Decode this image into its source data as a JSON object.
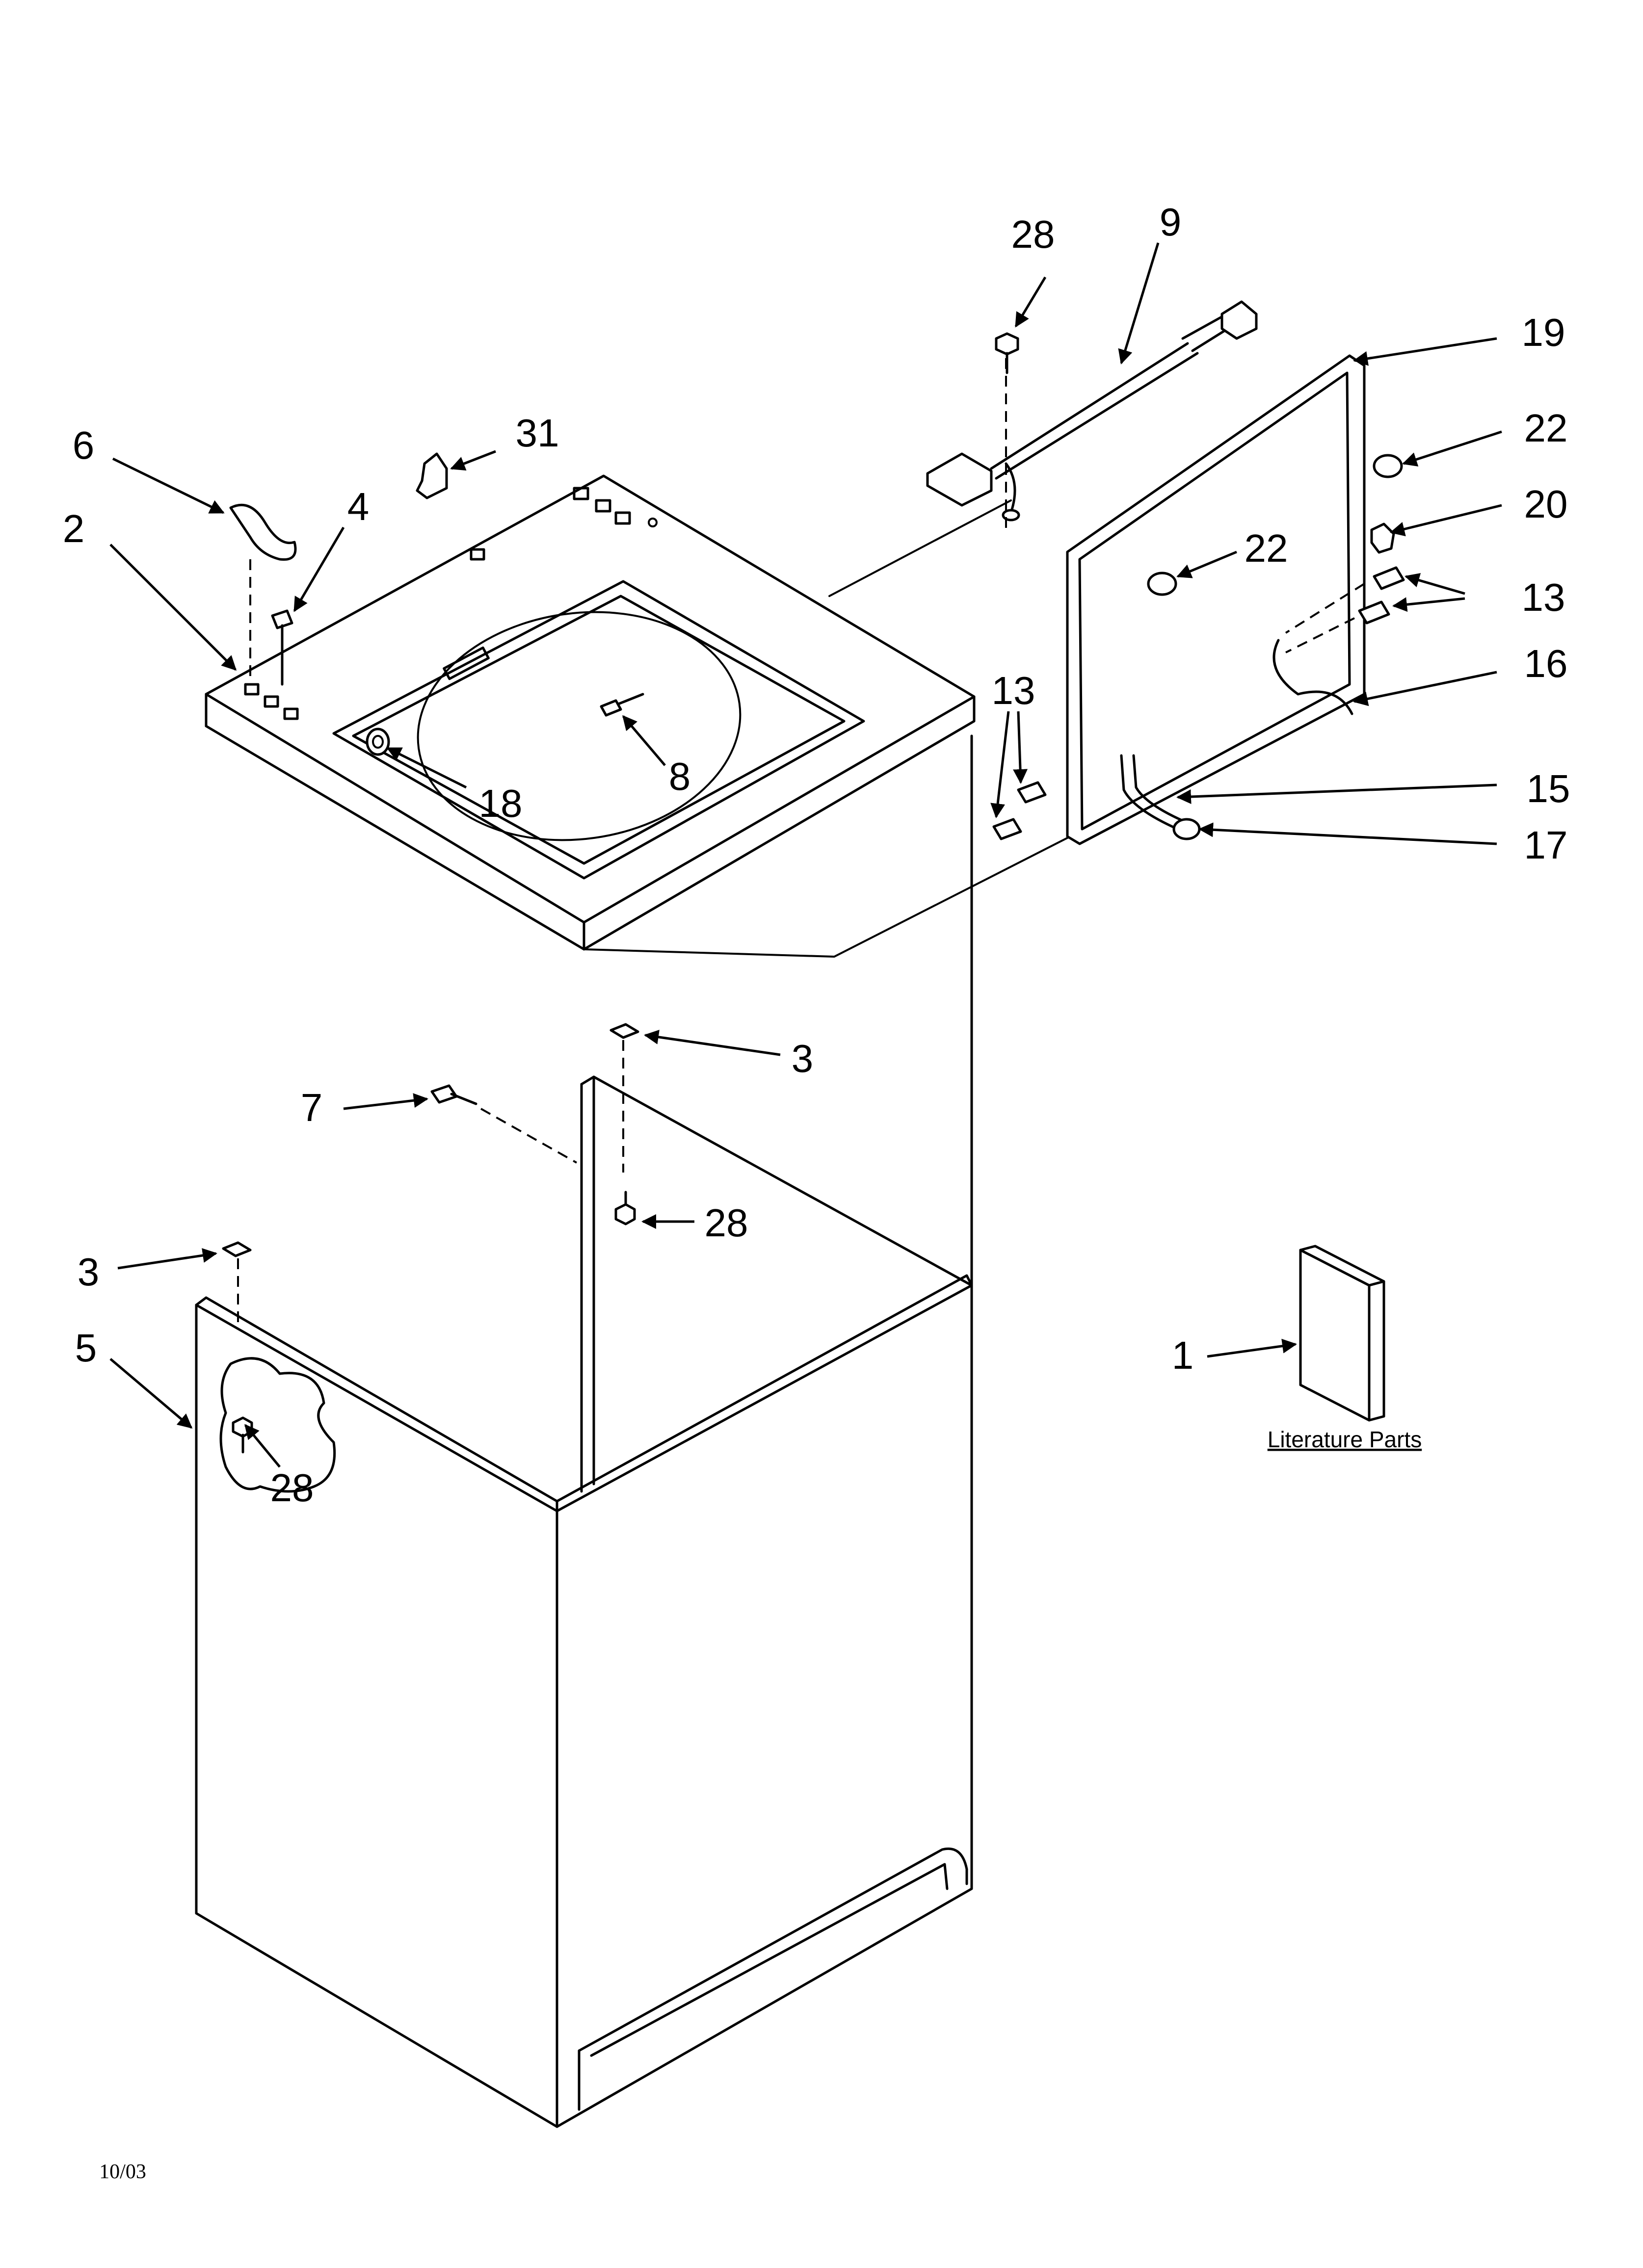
{
  "callouts": [
    {
      "id": "c-28a",
      "text": "28"
    },
    {
      "id": "c-9",
      "text": "9"
    },
    {
      "id": "c-19",
      "text": "19"
    },
    {
      "id": "c-22a",
      "text": "22"
    },
    {
      "id": "c-20",
      "text": "20"
    },
    {
      "id": "c-22b",
      "text": "22"
    },
    {
      "id": "c-13a",
      "text": "13"
    },
    {
      "id": "c-16",
      "text": "16"
    },
    {
      "id": "c-13b",
      "text": "13"
    },
    {
      "id": "c-15",
      "text": "15"
    },
    {
      "id": "c-17",
      "text": "17"
    },
    {
      "id": "c-6",
      "text": "6"
    },
    {
      "id": "c-31",
      "text": "31"
    },
    {
      "id": "c-4",
      "text": "4"
    },
    {
      "id": "c-2",
      "text": "2"
    },
    {
      "id": "c-8",
      "text": "8"
    },
    {
      "id": "c-18",
      "text": "18"
    },
    {
      "id": "c-3a",
      "text": "3"
    },
    {
      "id": "c-7",
      "text": "7"
    },
    {
      "id": "c-28b",
      "text": "28"
    },
    {
      "id": "c-3b",
      "text": "3"
    },
    {
      "id": "c-5",
      "text": "5"
    },
    {
      "id": "c-28c",
      "text": "28"
    },
    {
      "id": "c-1",
      "text": "1"
    }
  ],
  "literature_label": "Literature Parts",
  "date_mark": "10/03"
}
